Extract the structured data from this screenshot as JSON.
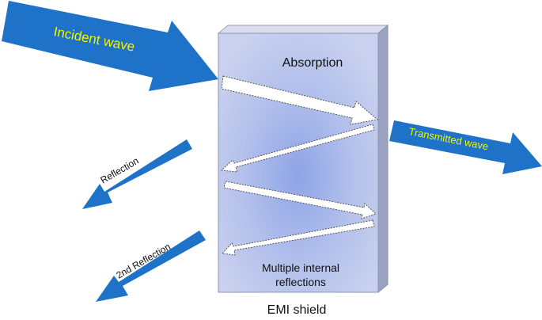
{
  "labels": {
    "incident": "Incident wave",
    "transmitted": "Transmitted wave",
    "reflection": "Reflection",
    "second_reflection": "2nd Reflection",
    "absorption": "Absorption",
    "internal_line1": "Multiple internal",
    "internal_line2": "reflections",
    "shield": "EMI shield"
  },
  "colors": {
    "arrow_blue": "#1e73c8",
    "arrow_label_yellow": "#f2f200",
    "text_dark": "#111111",
    "shield_face": "#c3cdee",
    "shield_center": "#8fa6e6",
    "shield_side": "#9aa3bf",
    "shield_top": "#d9ddec",
    "internal_arrow_fill": "#ffffff",
    "internal_arrow_stroke": "#555555"
  }
}
